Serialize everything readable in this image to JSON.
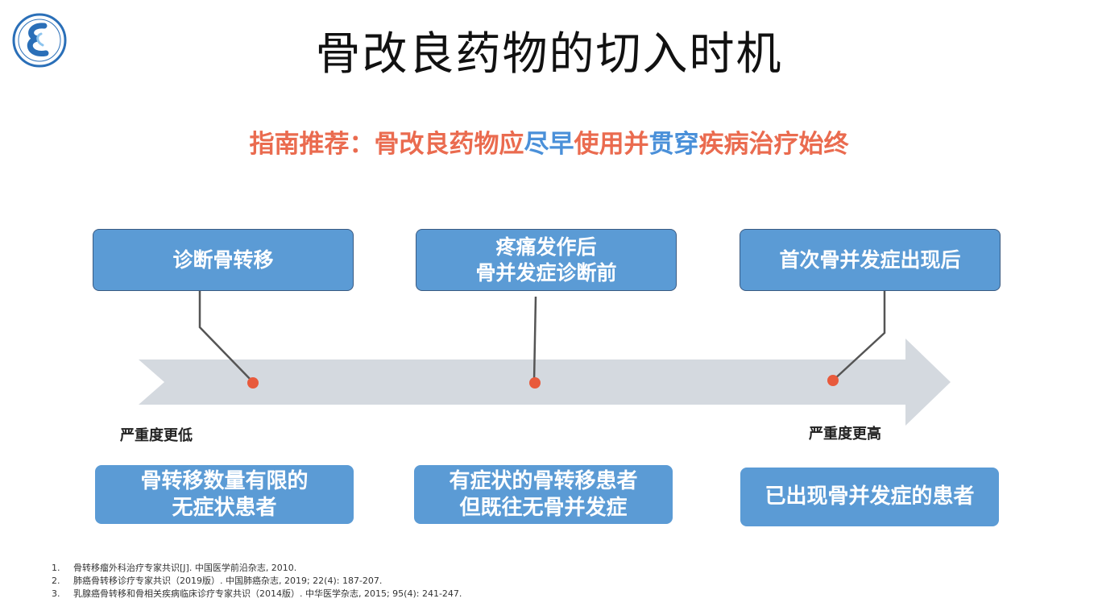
{
  "title": "骨改良药物的切入时机",
  "subtitle": {
    "part1": "指南推荐：骨改良药物应",
    "hl1": "尽早",
    "part2": "使用并",
    "hl2": "贯穿",
    "part3": "疾病治疗始终"
  },
  "colors": {
    "accent_red": "#ea6b4f",
    "accent_blue": "#4a90d9",
    "box_fill": "#5b9bd5",
    "arrow": "#d4d9df",
    "dot": "#e85a3c"
  },
  "timeline": {
    "top_boxes": [
      {
        "line1": "诊断骨转移",
        "line2": ""
      },
      {
        "line1": "疼痛发作后",
        "line2": "骨并发症诊断前"
      },
      {
        "line1": "首次骨并发症出现后",
        "line2": ""
      }
    ],
    "bottom_boxes": [
      {
        "line1": "骨转移数量有限的",
        "line2": "无症状患者"
      },
      {
        "line1": "有症状的骨转移患者",
        "line2": "但既往无骨并发症"
      },
      {
        "line1": "已出现骨并发症的患者",
        "line2": ""
      }
    ],
    "severity_low": "严重度更低",
    "severity_high": "严重度更高"
  },
  "references": [
    {
      "num": "1.",
      "text": "骨转移瘤外科治疗专家共识[J]. 中国医学前沿杂志, 2010."
    },
    {
      "num": "2.",
      "text": "肺癌骨转移诊疗专家共识（2019版）. 中国肺癌杂志, 2019; 22(4): 187-207."
    },
    {
      "num": "3.",
      "text": "乳腺癌骨转移和骨相关疾病临床诊疗专家共识（2014版）. 中华医学杂志, 2015; 95(4):   241-247."
    }
  ]
}
